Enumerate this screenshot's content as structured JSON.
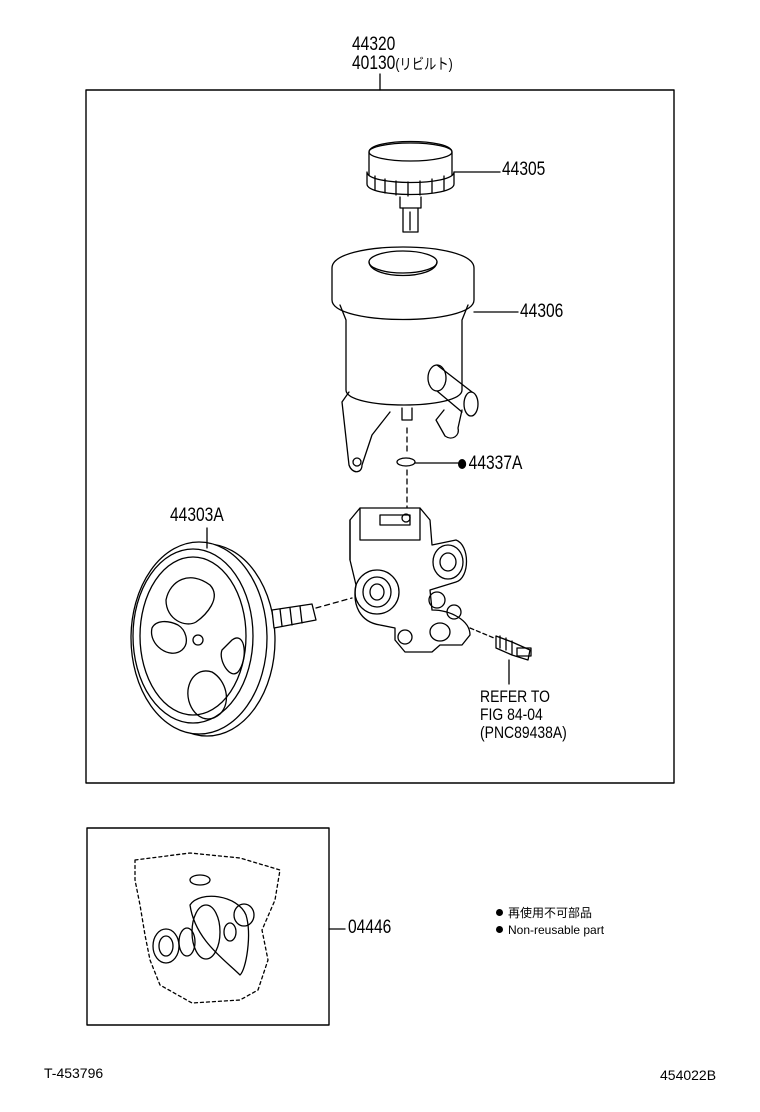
{
  "labels": {
    "assembly_number": "44320",
    "rebuilt_number": "40130",
    "rebuilt_suffix": "(リビルト)",
    "cap": "44305",
    "reservoir": "44306",
    "oring": "44337A",
    "pulley": "44303A",
    "gasket_kit": "04446"
  },
  "reference": {
    "line1": "REFER TO",
    "line2": "FIG 84-04",
    "line3": "(PNC89438A)"
  },
  "legend": {
    "line_jp": "再使用不可部品",
    "line_en": "Non-reusable part"
  },
  "footer": {
    "left_code": "T-453796",
    "right_code": "454022B"
  }
}
